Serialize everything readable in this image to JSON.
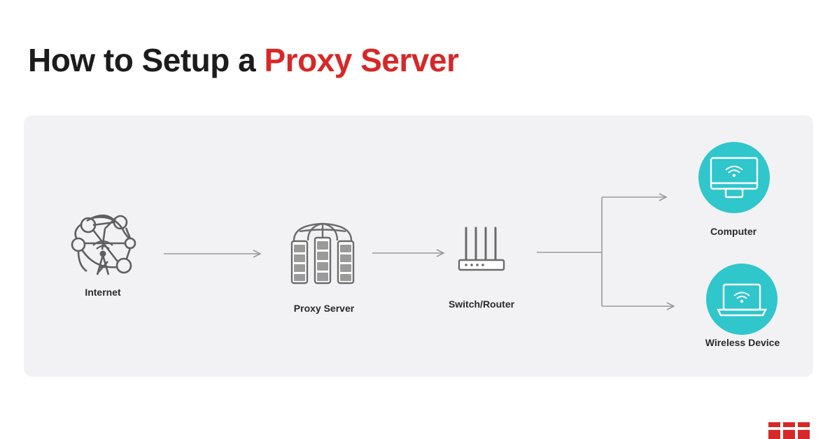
{
  "title": {
    "prefix": "How to Setup a ",
    "highlight": "Proxy Server"
  },
  "nodes": {
    "internet": "Internet",
    "proxy": "Proxy Server",
    "router": "Switch/Router",
    "computer": "Computer",
    "wireless": "Wireless Device"
  },
  "colors": {
    "accent": "#d62828",
    "teal": "#2fc6cc",
    "icon": "#6b6b6b",
    "panel": "#f2f2f4"
  },
  "icons": [
    "network-globe-icon",
    "server-rack-icon",
    "router-icon",
    "desktop-wifi-icon",
    "laptop-wifi-icon",
    "brand-logo"
  ]
}
